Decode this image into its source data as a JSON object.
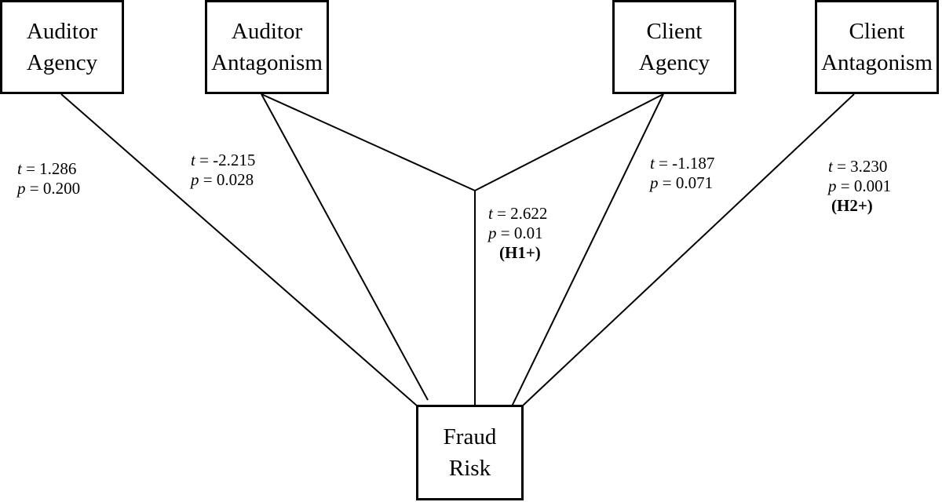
{
  "nodes": {
    "auditor_agency": {
      "line1": "Auditor",
      "line2": "Agency"
    },
    "auditor_antagonism": {
      "line1": "Auditor",
      "line2": "Antagonism"
    },
    "client_agency": {
      "line1": "Client",
      "line2": "Agency"
    },
    "client_antagonism": {
      "line1": "Client",
      "line2": "Antagonism"
    },
    "fraud_risk": {
      "line1": "Fraud",
      "line2": "Risk"
    }
  },
  "edges": {
    "auditor_agency": {
      "t_symbol": "t",
      "t_value": " = 1.286",
      "p_symbol": "p",
      "p_value": " = 0.200"
    },
    "auditor_antagonism": {
      "t_symbol": "t",
      "t_value": " = -2.215",
      "p_symbol": "p",
      "p_value": " = 0.028"
    },
    "interaction": {
      "t_symbol": "t",
      "t_value": " = 2.622",
      "p_symbol": "p",
      "p_value": " = 0.01",
      "hypothesis": "(H1+)"
    },
    "client_agency": {
      "t_symbol": "t",
      "t_value": " = -1.187",
      "p_symbol": "p",
      "p_value": " = 0.071"
    },
    "client_antagonism": {
      "t_symbol": "t",
      "t_value": " = 3.230",
      "p_symbol": "p",
      "p_value": " = 0.001",
      "hypothesis": "(H2+)"
    }
  }
}
